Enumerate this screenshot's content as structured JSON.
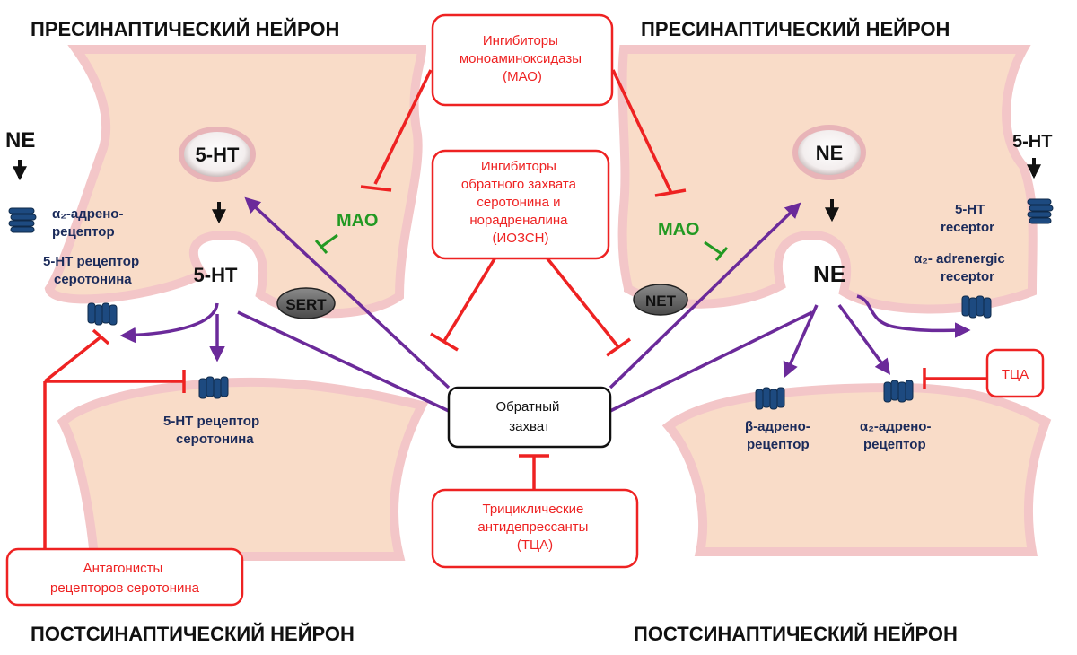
{
  "titles": {
    "presynaptic_left": "ПРЕСИНАПТИЧЕСКИЙ НЕЙРОН",
    "presynaptic_right": "ПРЕСИНАПТИЧЕСКИЙ НЕЙРОН",
    "postsynaptic_left": "ПОСТСИНАПТИЧЕСКИЙ НЕЙРОН",
    "postsynaptic_right": "ПОСТСИНАПТИЧЕСКИЙ НЕЙРОН"
  },
  "boxes": {
    "mao_inhibitors": [
      "Ингибиторы",
      "моноаминоксидазы",
      "(МАО)"
    ],
    "snri": [
      "Ингибиторы",
      "обратного захвата",
      "серотонина и",
      "норадреналина",
      "(ИОЗСН)"
    ],
    "reuptake": [
      "Обратный",
      "захват"
    ],
    "tca": [
      "Трициклические",
      "антидепрессанты",
      "(ТЦА)"
    ],
    "antagonists": [
      "Антагонисты",
      "рецепторов серотонина"
    ],
    "tca_short": "ТЦА"
  },
  "left": {
    "ne_external": "NE",
    "vesicle": "5-HT",
    "released": "5-HT",
    "mao": "МАО",
    "sert": "SERT",
    "alpha2_receptor": [
      "α₂-адрено-",
      "рецептор"
    ],
    "ht_receptor_pre": [
      "5-HT рецептор",
      "серотонина"
    ],
    "ht_receptor_post": [
      "5-HT рецептор",
      "серотонина"
    ]
  },
  "right": {
    "ht_external": "5-HT",
    "vesicle": "NE",
    "released": "NE",
    "mao": "МАО",
    "net": "NET",
    "ht_receptor": [
      "5-HT",
      "receptor"
    ],
    "alpha2_adrenergic": [
      "α₂- adrenergic",
      "receptor"
    ],
    "beta_receptor": [
      "β-адрено-",
      "рецептор"
    ],
    "alpha2_receptor_post": [
      "α₂-адрено-",
      "рецептор"
    ]
  },
  "colors": {
    "neuron_fill": "#f9dcc8",
    "neuron_edge": "#f3c6c8",
    "inhibit": "#ee2222",
    "uptake_arrow": "#6b2a9a",
    "mao": "#229922",
    "receptor": "#1d4a80",
    "label_dark": "#1a2a5a"
  }
}
